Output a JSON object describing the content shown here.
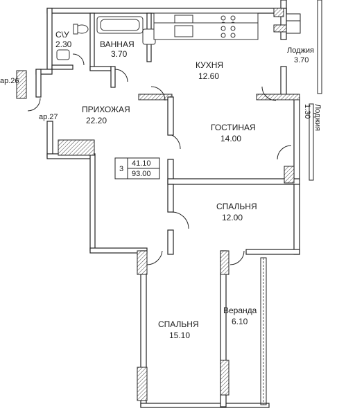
{
  "rooms": {
    "wc": {
      "name": "С\\У",
      "area": "2.30"
    },
    "bath": {
      "name": "ВАННАЯ",
      "area": "3.70"
    },
    "kitchen": {
      "name": "КУХНЯ",
      "area": "12.60"
    },
    "loggia1": {
      "name": "Лоджия",
      "area": "3.70"
    },
    "loggia2": {
      "name": "Лоджия",
      "area": "1.30"
    },
    "hall": {
      "name": "ПРИХОЖАЯ",
      "area": "22.20"
    },
    "living": {
      "name": "ГОСТИНАЯ",
      "area": "14.00"
    },
    "bedroom1": {
      "name": "СПАЛЬНЯ",
      "area": "12.00"
    },
    "bedroom2": {
      "name": "СПАЛЬНЯ",
      "area": "15.10"
    },
    "veranda": {
      "name": "Веранда",
      "area": "6.10"
    }
  },
  "markers": {
    "shaft26": "ар.26",
    "shaft27": "ар.27"
  },
  "summary": {
    "rooms_count": "3",
    "living_area": "41.10",
    "total_area": "93.00"
  },
  "colors": {
    "wall": "#222222",
    "background": "#ffffff"
  }
}
